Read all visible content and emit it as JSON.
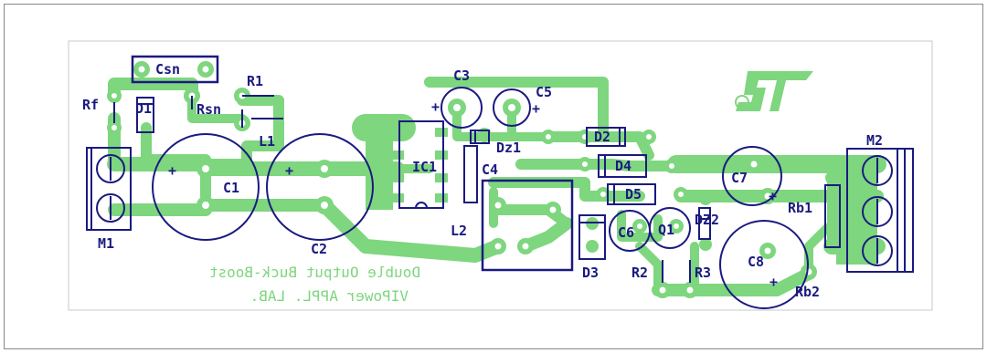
{
  "colors": {
    "copper": "#7ed67e",
    "outline": "#1a1a80",
    "pad_hole": "#ffffff",
    "background": "#ffffff"
  },
  "labels": {
    "csn": "Csn",
    "rf": "Rf",
    "d1": "D1",
    "rsn": "Rsn",
    "r1": "R1",
    "l1": "L1",
    "c1": "C1",
    "c2": "C2",
    "m1": "M1",
    "ic1": "IC1",
    "c3": "C3",
    "c5": "C5",
    "dz1": "Dz1",
    "c4": "C4",
    "l2": "L2",
    "d2": "D2",
    "d4": "D4",
    "d5": "D5",
    "d3": "D3",
    "c6": "C6",
    "q1": "Q1",
    "dz2": "DZ2",
    "r2": "R2",
    "r3": "R3",
    "c7": "C7",
    "c8": "C8",
    "rb1": "Rb1",
    "rb2": "Rb2",
    "m2": "M2"
  },
  "polarity": {
    "plus": "+"
  },
  "silkscreen": {
    "line1": "Double Output Buck-Boost",
    "line2": "VIPower APPL. LAB."
  },
  "logo": {
    "name": "st-logo"
  }
}
